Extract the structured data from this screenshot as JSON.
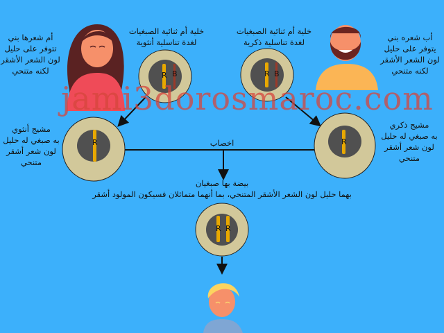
{
  "mother": {
    "lines": [
      "أم شعرها بني",
      "تتوفر على حليل",
      "لون الشعر الأشقر",
      "لكنه متنحي"
    ]
  },
  "father": {
    "lines": [
      "أب شعره بني",
      "يتوفر على حليل",
      "لون الشعر الأشقر",
      "لكنه متنحي"
    ]
  },
  "female_cell": {
    "lines": [
      "خلية أم ثنائية الصبغيات",
      "لغدة تناسلية أنثوية"
    ],
    "alleles": [
      "R",
      "B"
    ]
  },
  "male_cell": {
    "lines": [
      "خلية أم ثنائية الصبغيات",
      "لغدة تناسلية ذكرية"
    ],
    "alleles": [
      "R",
      "B"
    ]
  },
  "female_gamete": {
    "lines": [
      "مشيج أنثوي",
      "به صبغي له حليل",
      "لون شعر أشقر",
      "متنحي"
    ],
    "allele": "R"
  },
  "male_gamete": {
    "lines": [
      "مشيج ذكري",
      "به صبغي له حليل",
      "لون شعر أشقر",
      "متنحي"
    ],
    "allele": "R"
  },
  "fertilization": "اخصاب",
  "egg": {
    "lines": [
      "بيضة بها صبغيان",
      "بهما حليل لون الشعر الأشقر المتنحي، بما أنهما متماثلان فسيكون المولود أشقر"
    ],
    "alleles": [
      "R",
      "R"
    ]
  },
  "watermark": "jami3dorosmaroc.com",
  "colors": {
    "background": "#3cb0fb",
    "cell": "#d2c89a",
    "nucleus": "#505050",
    "recessive": "#e8a800",
    "dominant": "#9b3a2a"
  }
}
